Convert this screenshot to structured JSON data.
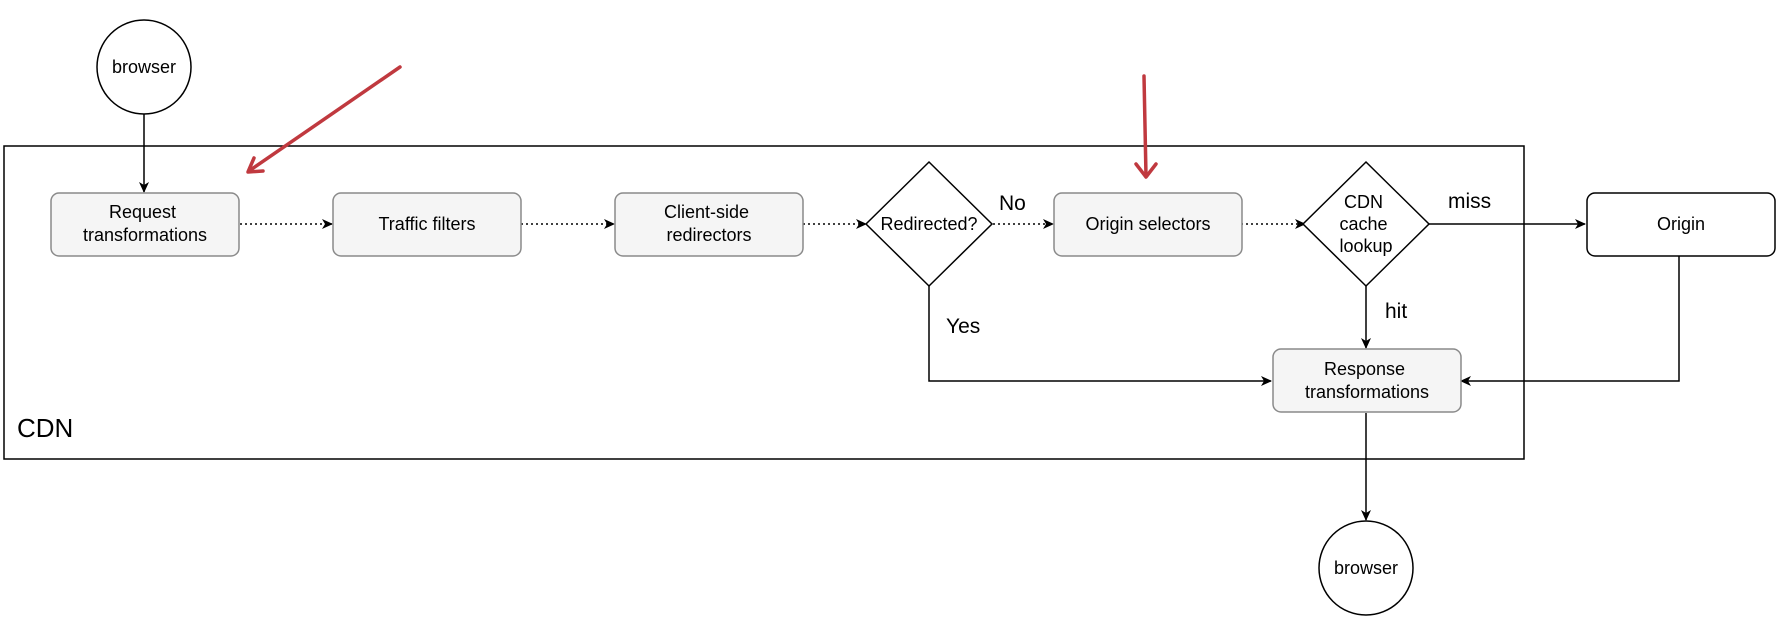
{
  "region": {
    "label": "CDN"
  },
  "nodes": {
    "browser_top": "browser",
    "request_transformations": [
      "Request",
      "transformations"
    ],
    "traffic_filters": "Traffic filters",
    "client_side_redirectors": [
      "Client-side",
      "redirectors"
    ],
    "redirected_decision": "Redirected?",
    "origin_selectors": "Origin selectors",
    "cdn_cache_lookup": [
      "CDN",
      "cache",
      "lookup"
    ],
    "origin": "Origin",
    "response_transformations": [
      "Response",
      "transformations"
    ],
    "browser_bottom": "browser"
  },
  "edge_labels": {
    "no": "No",
    "yes": "Yes",
    "miss": "miss",
    "hit": "hit"
  },
  "colors": {
    "stage_fill": "#f5f5f5",
    "stage_stroke": "#8a8a8a",
    "line": "#000000",
    "annotation_arrow": "#c0393f"
  }
}
